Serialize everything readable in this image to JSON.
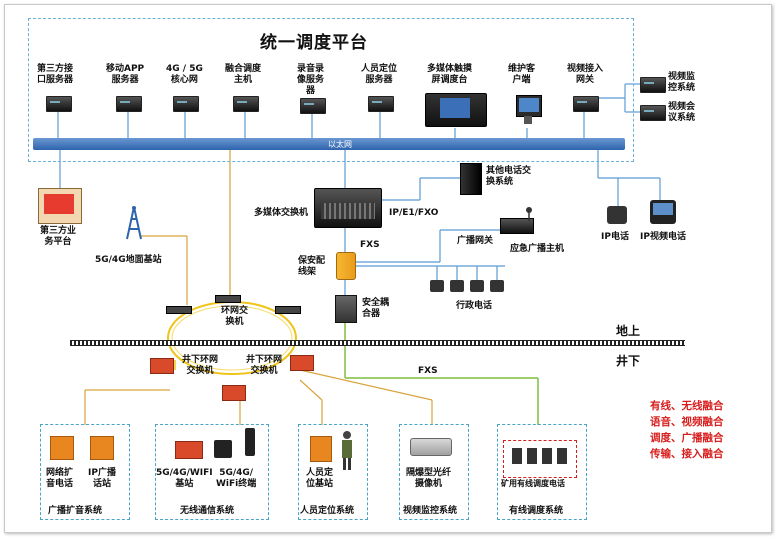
{
  "platform": {
    "title": "统一调度平台",
    "servers": [
      {
        "line1": "第三方接",
        "line2": "口服务器"
      },
      {
        "line1": "移动APP",
        "line2": "服务器"
      },
      {
        "line1": "4G / 5G",
        "line2": "核心网"
      },
      {
        "line1": "融合调度",
        "line2": "主机"
      },
      {
        "line1": "录音录",
        "line2": "像服务",
        "line3": "器"
      },
      {
        "line1": "人员定位",
        "line2": "服务器"
      },
      {
        "line1": "多媒体触摸",
        "line2": "屏调度台"
      },
      {
        "line1": "维护客",
        "line2": "户端"
      },
      {
        "line1": "视频接入",
        "line2": "网关"
      }
    ],
    "bus_label": "以太网",
    "video_monitor": {
      "line1": "视频监",
      "line2": "控系统"
    },
    "video_conf": {
      "line1": "视频会",
      "line2": "议系统"
    }
  },
  "third_party": {
    "line1": "第三方业",
    "line2": "务平台"
  },
  "base_station": "5G/4G地面基站",
  "switch": "多媒体交换机",
  "other_exchange": {
    "line1": "其他电话交",
    "line2": "换系统"
  },
  "ip_fxo": "IP/E1/FXO",
  "ip_phone": "IP电话",
  "ip_video_phone": "IP视频电话",
  "broadcast_gw": "广播网关",
  "emergency_host": "应急广播主机",
  "fxs_top": "FXS",
  "fxs_bottom": "FXS",
  "distribution": {
    "line1": "保安配",
    "line2": "线架"
  },
  "admin_phone": "行政电话",
  "coupler": {
    "line1": "安全耦",
    "line2": "合器"
  },
  "ring_switch": {
    "line1": "环网交",
    "line2": "换机"
  },
  "ground_above": "地上",
  "ground_below": "井下",
  "ug_switch_left": {
    "line1": "井下环网",
    "line2": "交换机"
  },
  "ug_switch_right": {
    "line1": "井下环网",
    "line2": "交换机"
  },
  "systems": [
    {
      "name": "广播扩音系统",
      "items": [
        {
          "line1": "网络扩",
          "line2": "音电话"
        },
        {
          "line1": "IP广播",
          "line2": "话站"
        }
      ]
    },
    {
      "name": "无线通信系统",
      "items": [
        {
          "line1": "5G/4G/WIFI",
          "line2": "基站"
        },
        {
          "line1": "5G/4G/",
          "line2": "WiFi终端"
        }
      ]
    },
    {
      "name": "人员定位系统",
      "items": [
        {
          "line1": "人员定",
          "line2": "位基站"
        }
      ]
    },
    {
      "name": "视频监控系统",
      "items": [
        {
          "line1": "隔爆型光纤",
          "line2": "摄像机"
        }
      ]
    },
    {
      "name": "有线调度系统",
      "items": [
        {
          "line1": "矿用有线调度电话",
          "line2": ""
        }
      ]
    }
  ],
  "fusion": [
    "有线、无线融合",
    "语音、视频融合",
    "调度、广播融合",
    "传输、接入融合"
  ],
  "colors": {
    "bus": "#2f63ad",
    "dashed": "#4aa3c9",
    "red_text": "#d81e1e",
    "ring": "#f0c419",
    "line_blue": "#5b9bd5",
    "line_green": "#7cbf3a",
    "line_gold": "#d9a33a"
  }
}
